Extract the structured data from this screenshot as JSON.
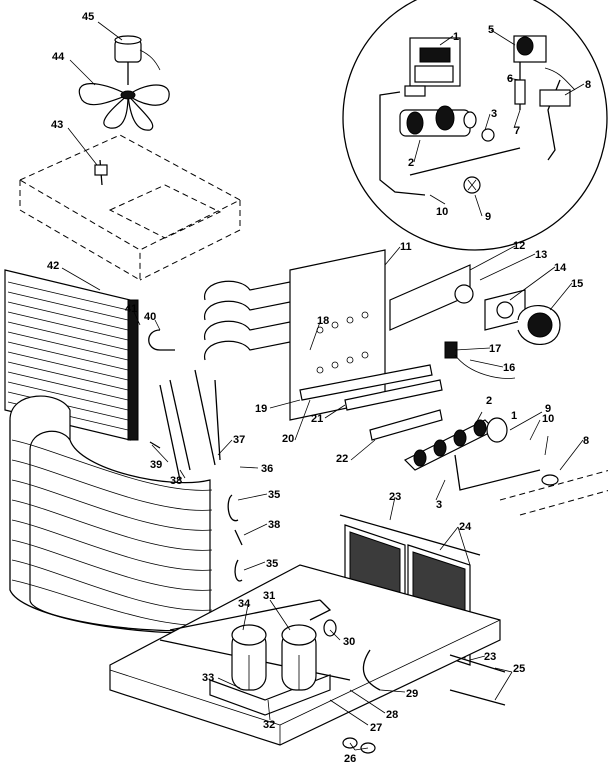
{
  "callouts": [
    "45",
    "44",
    "43",
    "42",
    "41",
    "40",
    "39",
    "38",
    "37",
    "36",
    "35",
    "38",
    "35",
    "34",
    "31",
    "33",
    "32",
    "30",
    "27",
    "28",
    "29",
    "26",
    "25",
    "23",
    "24",
    "23",
    "22",
    "21",
    "20",
    "19",
    "18",
    "17",
    "16",
    "15",
    "14",
    "13",
    "12",
    "11",
    "10",
    "9",
    "8",
    "7",
    "6",
    "5",
    "3",
    "2",
    "1",
    "10",
    "9",
    "8",
    "3",
    "2",
    "1"
  ]
}
